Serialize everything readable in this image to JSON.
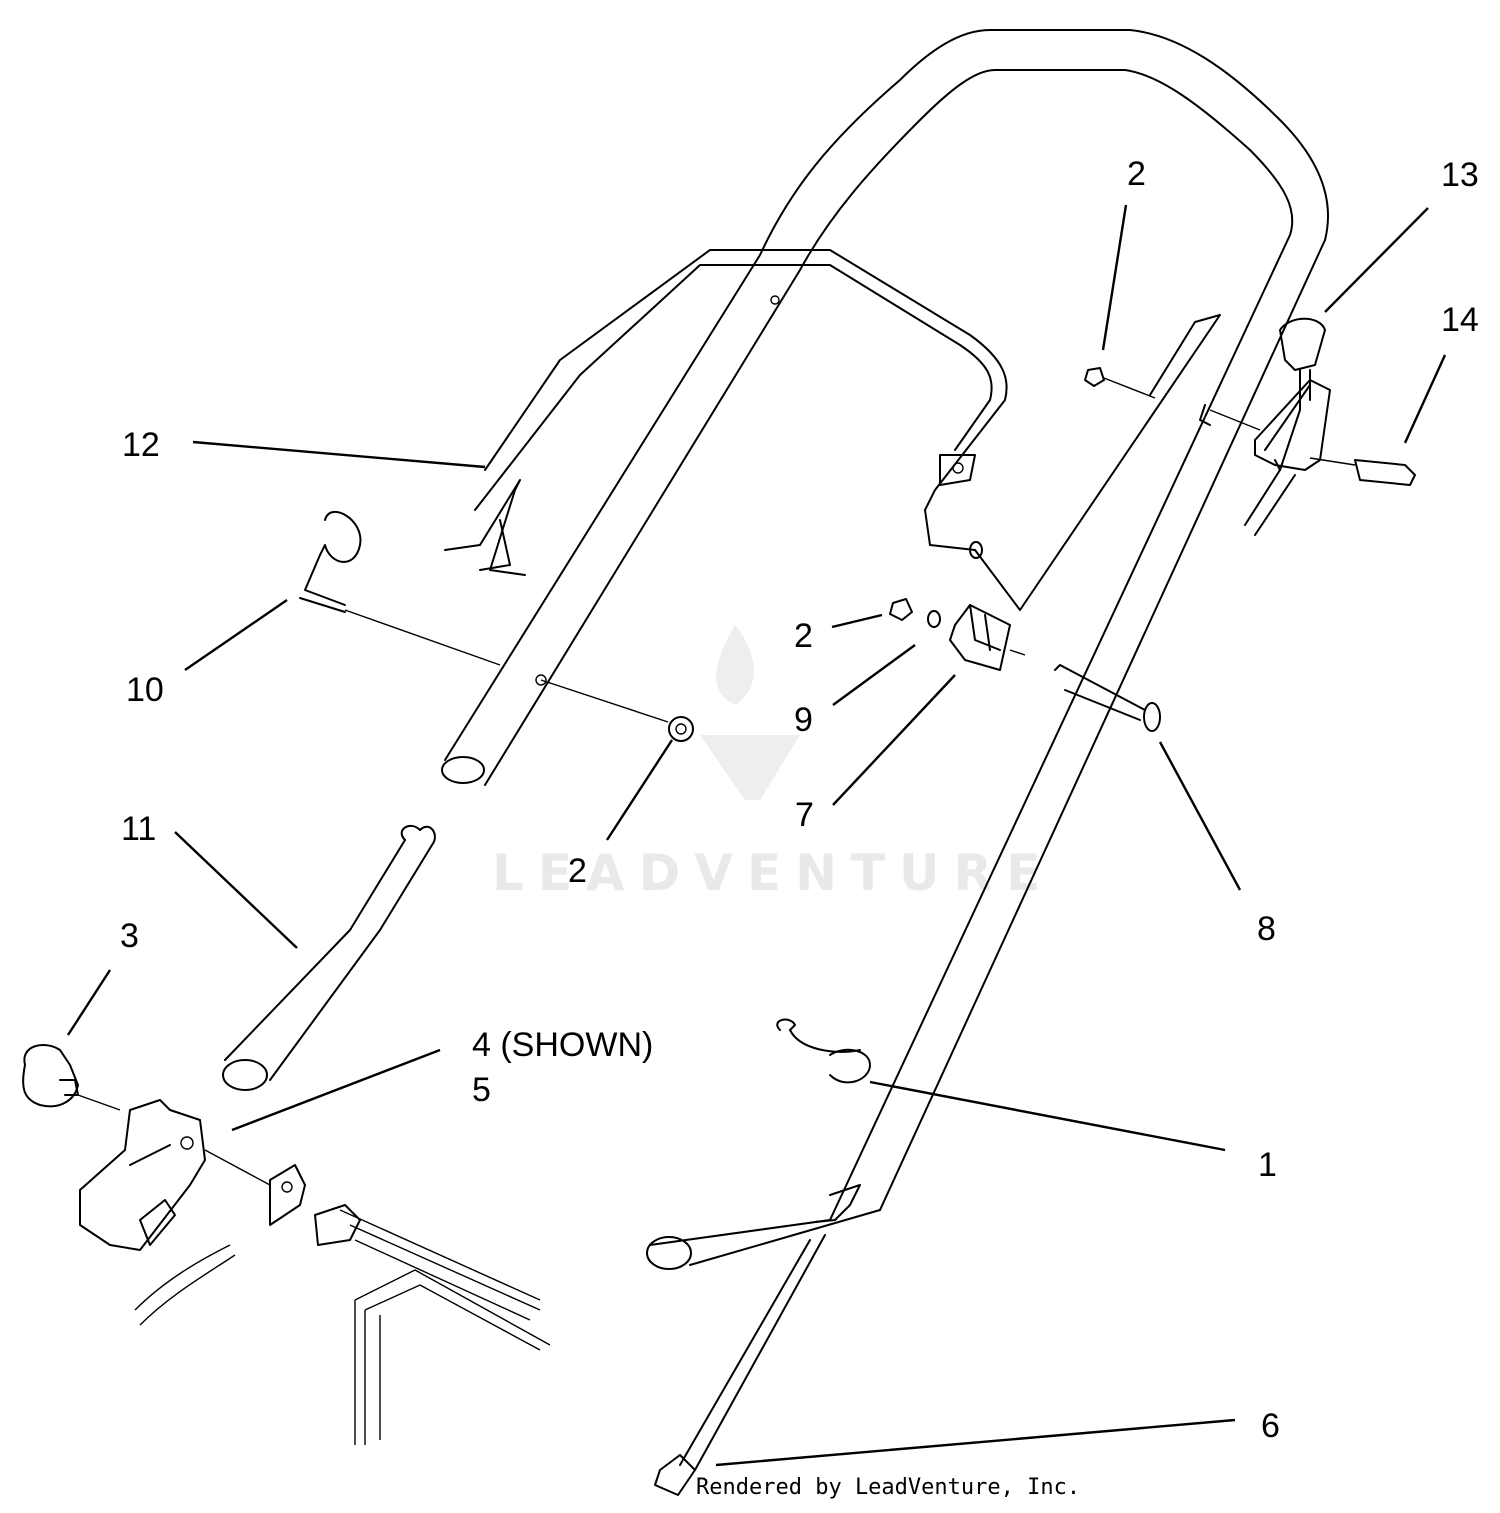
{
  "watermark": "LEADVENTURE",
  "credit": "Rendered by LeadVenture, Inc.",
  "callouts": [
    {
      "id": "c1",
      "label": "1"
    },
    {
      "id": "c2a",
      "label": "2"
    },
    {
      "id": "c2b",
      "label": "2"
    },
    {
      "id": "c2c",
      "label": "2"
    },
    {
      "id": "c3",
      "label": "3"
    },
    {
      "id": "c4",
      "label": "4 (SHOWN)"
    },
    {
      "id": "c5",
      "label": "5"
    },
    {
      "id": "c6",
      "label": "6"
    },
    {
      "id": "c7",
      "label": "7"
    },
    {
      "id": "c8",
      "label": "8"
    },
    {
      "id": "c9",
      "label": "9"
    },
    {
      "id": "c10",
      "label": "10"
    },
    {
      "id": "c11",
      "label": "11"
    },
    {
      "id": "c12",
      "label": "12"
    },
    {
      "id": "c13",
      "label": "13"
    },
    {
      "id": "c14",
      "label": "14"
    }
  ]
}
